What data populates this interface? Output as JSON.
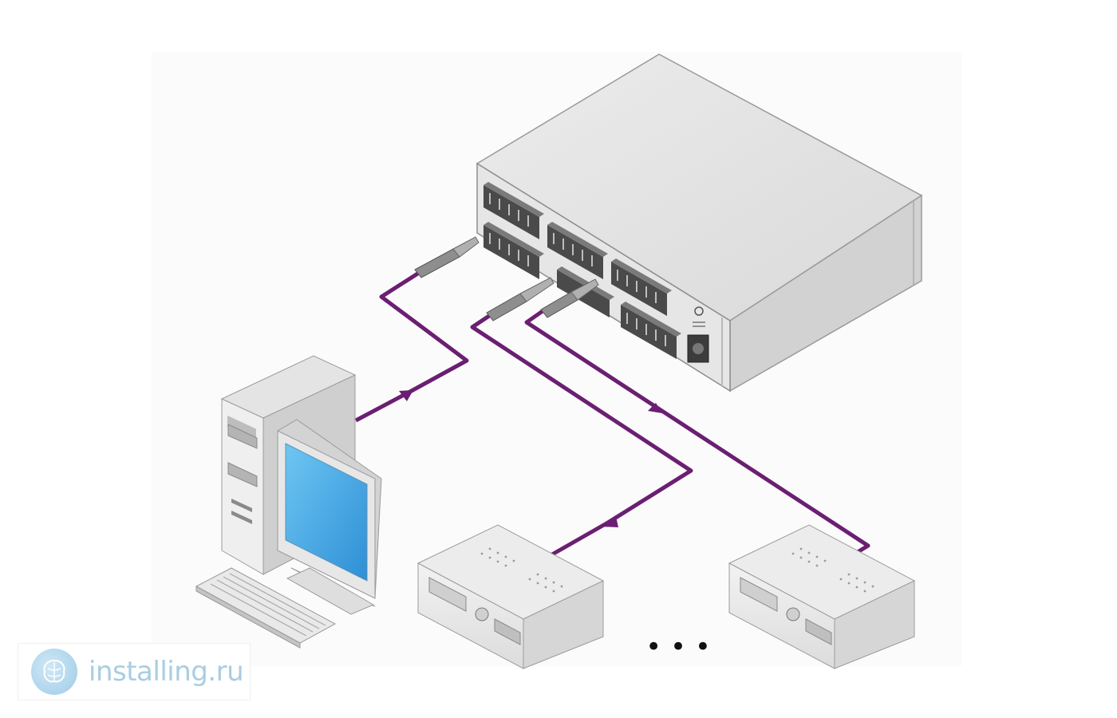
{
  "diagram": {
    "nodes": [
      {
        "id": "audio-matrix-switcher",
        "kind": "rear-panel device with terminal block connectors"
      },
      {
        "id": "computer",
        "kind": "tower PC with monitor and keyboard"
      },
      {
        "id": "amplifier-1",
        "kind": "stereo amplifier"
      },
      {
        "id": "amplifier-2",
        "kind": "stereo amplifier"
      }
    ],
    "edges": [
      {
        "from": "computer",
        "to": "audio-matrix-switcher",
        "direction": "forward"
      },
      {
        "from": "audio-matrix-switcher",
        "to": "amplifier-1",
        "direction": "forward"
      },
      {
        "from": "audio-matrix-switcher",
        "to": "amplifier-2",
        "direction": "forward"
      }
    ],
    "ellipsis": "• • •",
    "cable_color": "#6a1f72"
  },
  "watermark": {
    "text": "installing.ru"
  }
}
